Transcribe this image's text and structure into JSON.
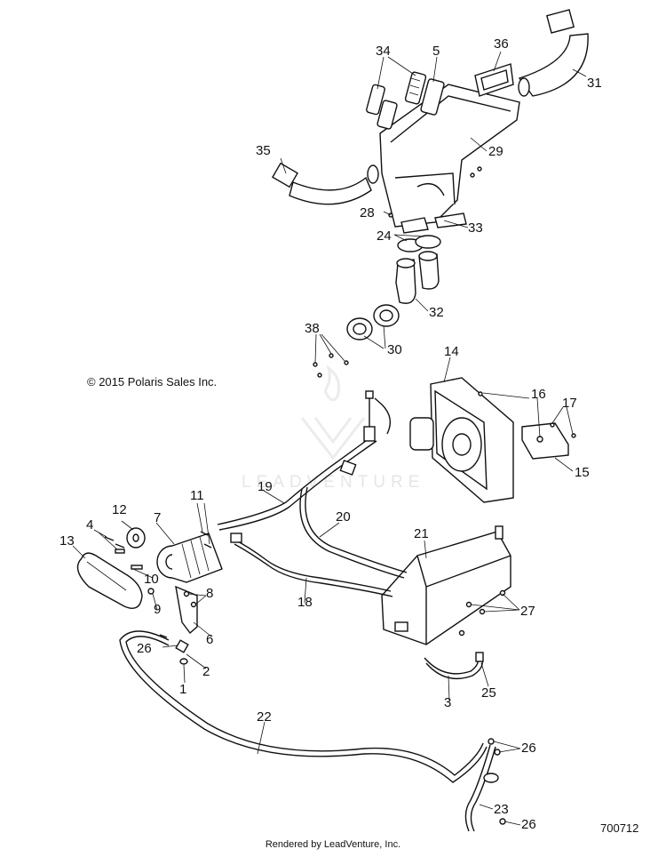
{
  "copyright": "© 2015 Polaris Sales Inc.",
  "footer": "Rendered by LeadVenture, Inc.",
  "document_number": "700712",
  "watermark": "LEADVENTURE",
  "callouts": {
    "c1": "1",
    "c2": "2",
    "c3": "3",
    "c4": "4",
    "c5": "5",
    "c6": "6",
    "c7": "7",
    "c8": "8",
    "c9": "9",
    "c10": "10",
    "c11": "11",
    "c12": "12",
    "c13": "13",
    "c14": "14",
    "c15": "15",
    "c16": "16",
    "c17": "17",
    "c18": "18",
    "c19": "19",
    "c20": "20",
    "c21": "21",
    "c22": "22",
    "c23": "23",
    "c24": "24",
    "c25": "25",
    "c26a": "26",
    "c26b": "26",
    "c26c": "26",
    "c27": "27",
    "c28": "28",
    "c29": "29",
    "c30": "30",
    "c31": "31",
    "c32": "32",
    "c33": "33",
    "c34": "34",
    "c35": "35",
    "c36": "36",
    "c38": "38"
  }
}
